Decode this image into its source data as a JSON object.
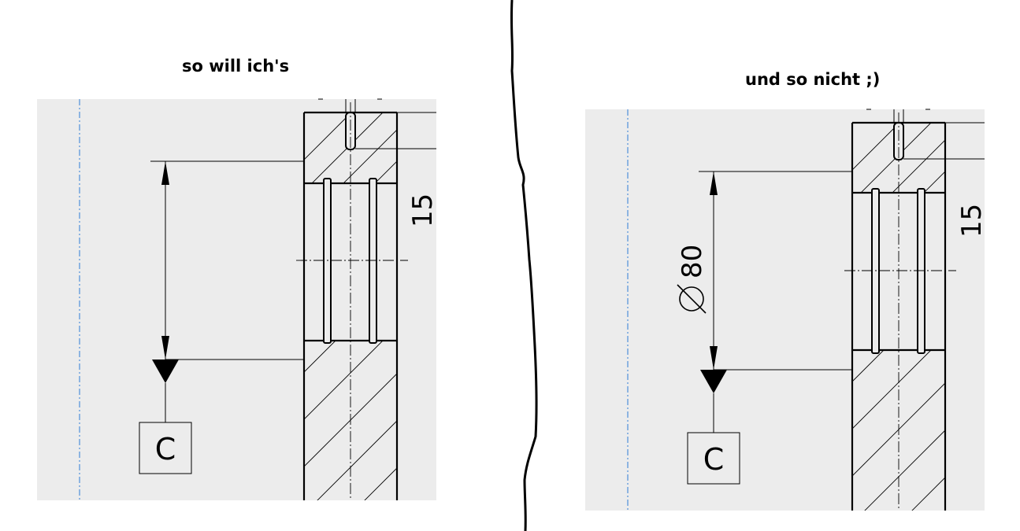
{
  "captions": {
    "left": "so will ich's",
    "right": "und so nicht ;)"
  },
  "left_view": {
    "dimension_vertical": "15",
    "datum_letter": "C"
  },
  "right_view": {
    "dimension_vertical": "15",
    "dimension_diameter": "80",
    "diameter_symbol": "⌀",
    "datum_letter": "C"
  },
  "colors": {
    "panel_background": "#ececec",
    "center_line_blue": "#2e7bd6",
    "lines": "#000000"
  }
}
